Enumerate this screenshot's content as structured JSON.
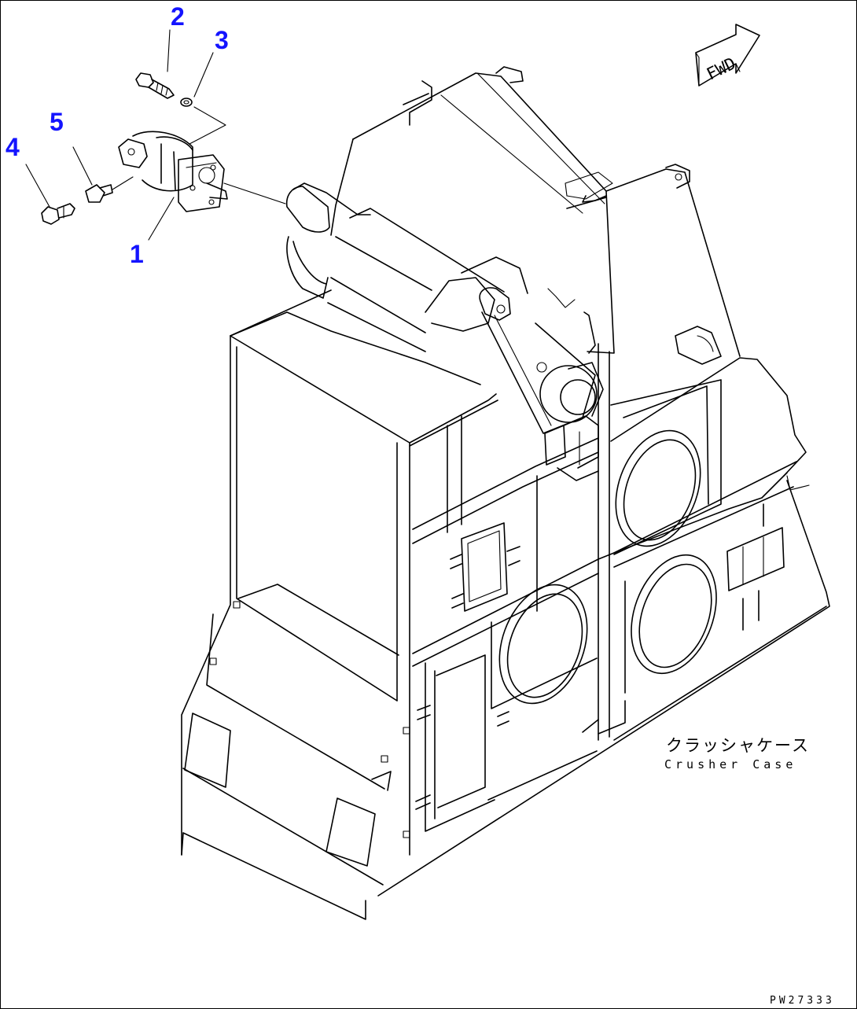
{
  "callouts": [
    {
      "id": "1",
      "text": "1"
    },
    {
      "id": "2",
      "text": "2"
    },
    {
      "id": "3",
      "text": "3"
    },
    {
      "id": "4",
      "text": "4"
    },
    {
      "id": "5",
      "text": "5"
    }
  ],
  "fwd_arrow": {
    "text": "FWD"
  },
  "case_label": {
    "japanese": "クラッシャケース",
    "english": "Crusher Case"
  },
  "drawing_number": "PW27333",
  "colors": {
    "callout": "#1414ff",
    "line": "#000000",
    "background": "#ffffff"
  }
}
